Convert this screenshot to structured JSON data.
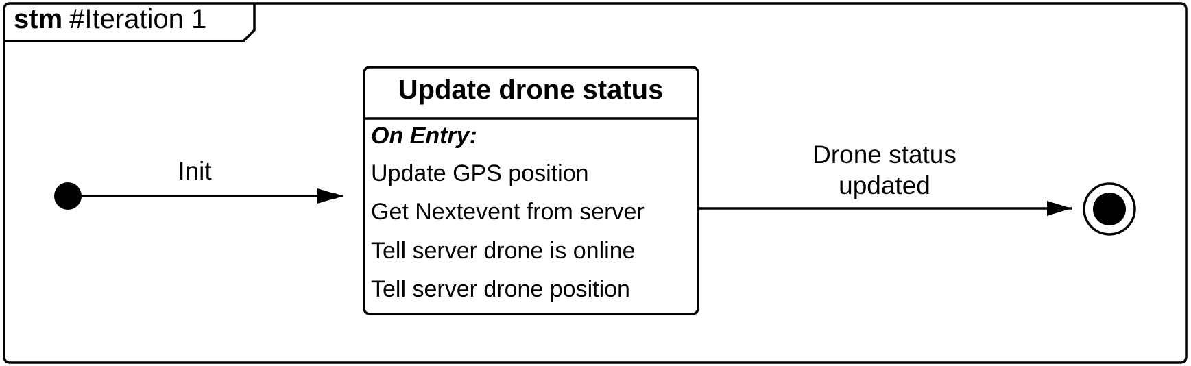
{
  "frame": {
    "kind": "stm",
    "name": "#Iteration 1"
  },
  "state": {
    "title": "Update drone status",
    "entry_label": "On Entry:",
    "actions": [
      "Update GPS position",
      "Get Nextevent from server",
      "Tell server drone is online",
      "Tell server drone position"
    ]
  },
  "transitions": {
    "init_label": "Init",
    "final_label_line1": "Drone status",
    "final_label_line2": "updated"
  }
}
